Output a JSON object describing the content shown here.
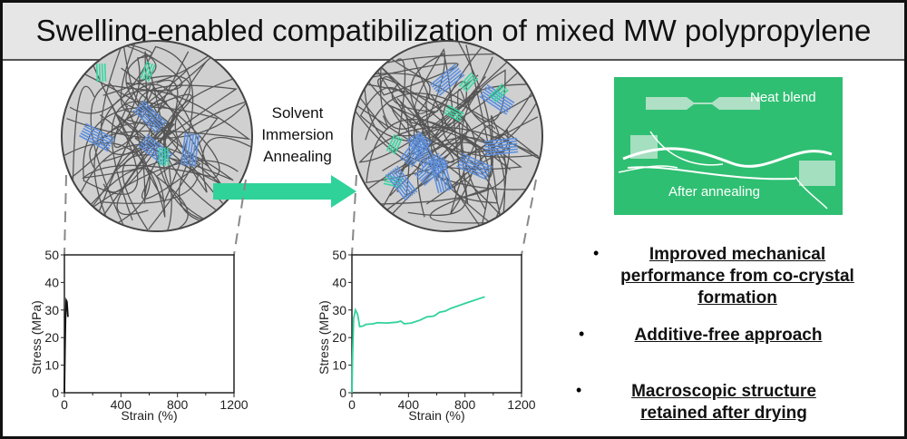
{
  "title": "Swelling-enabled compatibilization of mixed MW polypropylene",
  "process_label": [
    "Solvent",
    "Immersion",
    "Annealing"
  ],
  "photo": {
    "neat_label": "Neat blend",
    "annealed_label": "After annealing"
  },
  "bullets": [
    {
      "lines": [
        "Improved mechanical",
        "performance from co-crystal",
        "formation"
      ]
    },
    {
      "lines": [
        "Additive-free approach"
      ]
    },
    {
      "lines": [
        "Macroscopic structure",
        "retained after drying"
      ]
    }
  ],
  "colors": {
    "accent": "#2fd39a",
    "lamella_blue": "#5b8fe0",
    "lamella_green": "#38d6a0",
    "photo_bg": "#2fbf72"
  },
  "chart_data": [
    {
      "type": "line",
      "name": "neat-blend",
      "xlabel": "Strain (%)",
      "ylabel": "Stress (MPa)",
      "xlim": [
        0,
        1200
      ],
      "ylim": [
        0,
        50
      ],
      "xticks": [
        0,
        400,
        800,
        1200
      ],
      "yticks": [
        0,
        10,
        20,
        30,
        40,
        50
      ],
      "color": "#111111",
      "series": [
        {
          "name": "Neat blend",
          "points": [
            [
              0,
              0
            ],
            [
              4,
              15
            ],
            [
              8,
              27
            ],
            [
              13,
              33.5
            ],
            [
              18,
              33
            ],
            [
              22,
              30
            ],
            [
              25,
              27.5
            ]
          ]
        }
      ]
    },
    {
      "type": "line",
      "name": "after-annealing",
      "xlabel": "Strain (%)",
      "ylabel": "Stress (MPa)",
      "xlim": [
        0,
        1200
      ],
      "ylim": [
        0,
        50
      ],
      "xticks": [
        0,
        400,
        800,
        1200
      ],
      "yticks": [
        0,
        10,
        20,
        30,
        40,
        50
      ],
      "color": "#2fd39a",
      "series": [
        {
          "name": "After annealing",
          "points": [
            [
              0,
              0
            ],
            [
              5,
              14
            ],
            [
              12,
              27
            ],
            [
              25,
              30
            ],
            [
              40,
              28.5
            ],
            [
              55,
              24
            ],
            [
              80,
              24.2
            ],
            [
              100,
              24.8
            ],
            [
              150,
              25
            ],
            [
              180,
              25.4
            ],
            [
              250,
              25.3
            ],
            [
              320,
              25.6
            ],
            [
              345,
              26
            ],
            [
              370,
              25
            ],
            [
              420,
              25.3
            ],
            [
              480,
              26.3
            ],
            [
              530,
              27.5
            ],
            [
              580,
              27.8
            ],
            [
              620,
              29.2
            ],
            [
              660,
              29.6
            ],
            [
              700,
              30.6
            ],
            [
              800,
              32.4
            ],
            [
              940,
              34.8
            ]
          ]
        }
      ]
    }
  ]
}
